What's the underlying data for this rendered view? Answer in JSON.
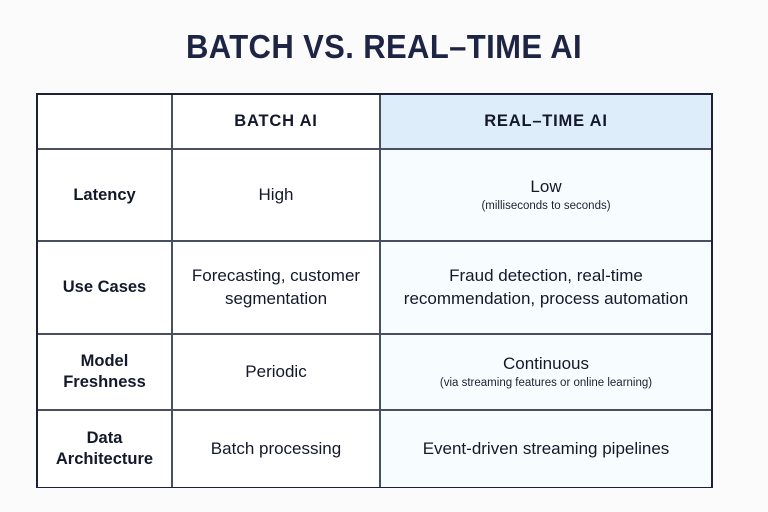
{
  "title": "BATCH VS. REAL–TIME AI",
  "colors": {
    "page_background": "#fbfbfb",
    "title_color": "#1e2444",
    "table_border": "#1c2138",
    "inner_border": "#4a4f60",
    "header_highlight_background": "#ddeefa",
    "realtime_column_background": "#f7fdfe",
    "text_color": "#15192c"
  },
  "table": {
    "headers": {
      "label_column": "",
      "batch": "BATCH AI",
      "realtime": "REAL–TIME AI"
    },
    "rows": [
      {
        "label": "Latency",
        "batch": {
          "main": "High",
          "sub": ""
        },
        "realtime": {
          "main": "Low",
          "sub": "(milliseconds to seconds)"
        }
      },
      {
        "label": "Use Cases",
        "batch": {
          "main": "Forecasting, customer segmentation",
          "sub": ""
        },
        "realtime": {
          "main": "Fraud detection, real-time recommendation, process automation",
          "sub": ""
        }
      },
      {
        "label": "Model Freshness",
        "batch": {
          "main": "Periodic",
          "sub": ""
        },
        "realtime": {
          "main": "Continuous",
          "sub": "(via streaming features or online learning)"
        }
      },
      {
        "label": "Data Architecture",
        "batch": {
          "main": "Batch processing",
          "sub": ""
        },
        "realtime": {
          "main": "Event-driven streaming pipelines",
          "sub": ""
        }
      }
    ]
  }
}
